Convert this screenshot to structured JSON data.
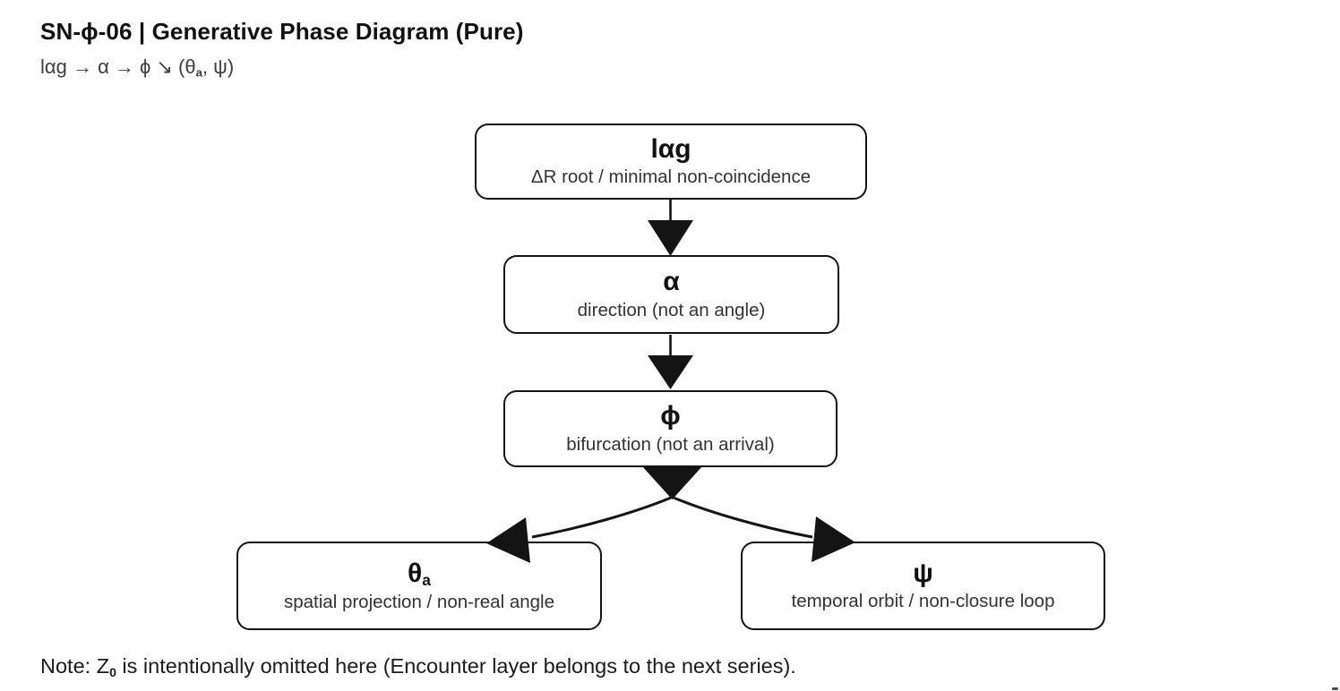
{
  "header": {
    "title": "SN-ϕ-06 | Generative Phase Diagram (Pure)",
    "formula_pre": "lαg → α → ϕ ↘ (θ",
    "formula_sub": "a",
    "formula_post": ", ψ)"
  },
  "diagram": {
    "nodes": {
      "lag": {
        "symbol": "lαg",
        "label": "ΔR root / minimal non-coincidence"
      },
      "alpha": {
        "symbol": "α",
        "label": "direction (not an angle)"
      },
      "phi": {
        "symbol": "ϕ",
        "label": "bifurcation (not an arrival)"
      },
      "theta": {
        "symbol": "θ",
        "symbol_sub": "a",
        "label": "spatial projection / non-real angle"
      },
      "psi": {
        "symbol": "ψ",
        "label": "temporal orbit / non-closure loop"
      }
    },
    "edges": [
      {
        "from": "lag",
        "to": "alpha"
      },
      {
        "from": "alpha",
        "to": "phi"
      },
      {
        "from": "phi",
        "to": "theta"
      },
      {
        "from": "phi",
        "to": "psi"
      }
    ]
  },
  "note": {
    "pre": "Note: Z",
    "sub": "0",
    "post": " is intentionally omitted here (Encounter layer belongs to the next series)."
  },
  "colors": {
    "ink": "#141414",
    "title": "#111111",
    "muted": "#3d3d3d",
    "label": "#333333",
    "background": "#ffffff"
  }
}
